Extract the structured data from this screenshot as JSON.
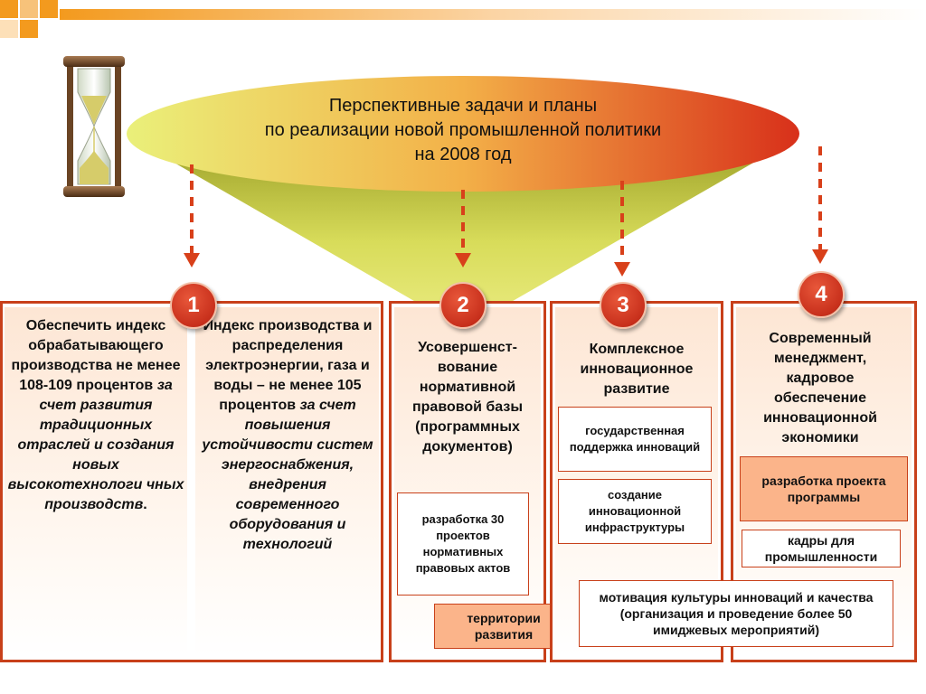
{
  "header": {
    "title_line1": "Перспективные задачи и планы",
    "title_line2": "по реализации новой промышленной политики",
    "title_line3": "на 2008 год"
  },
  "numbers": [
    "1",
    "2",
    "3",
    "4"
  ],
  "col1": {
    "left": {
      "normal": "Обеспечить индекс обрабатывающего производства не менее 108-109 процентов ",
      "italic": "за счет развития традиционных отраслей и создания новых высокотехнологи чных производств",
      "tail": "."
    },
    "right": {
      "normal": "Индекс производства и распределения электроэнергии, газа и воды – не менее 105 процентов ",
      "italic": "за счет повышения устойчивости систем энергоснабжения, внедрения современного оборудования и технологий"
    }
  },
  "col2": {
    "heading": "Усовершенст-вование нормативной правовой базы (программных документов)",
    "box1": "разработка 30 проектов нормативных правовых актов",
    "box2": "территории развития"
  },
  "col3": {
    "heading": "Комплексное инновационное развитие",
    "box1": "государственная поддержка инноваций",
    "box2": "создание инновационной инфраструктуры",
    "box3": "мотивация культуры инноваций и качества (организация и проведение более 50 имиджевых мероприятий)"
  },
  "col4": {
    "heading": "Современный менеджмент, кадровое обеспечение инновационной экономики",
    "box1": "разработка проекта программы",
    "box2": "кадры для промышленности"
  },
  "colors": {
    "accent": "#c8401a",
    "orange_box": "#fbb48a",
    "funnel": "#cccc44"
  }
}
